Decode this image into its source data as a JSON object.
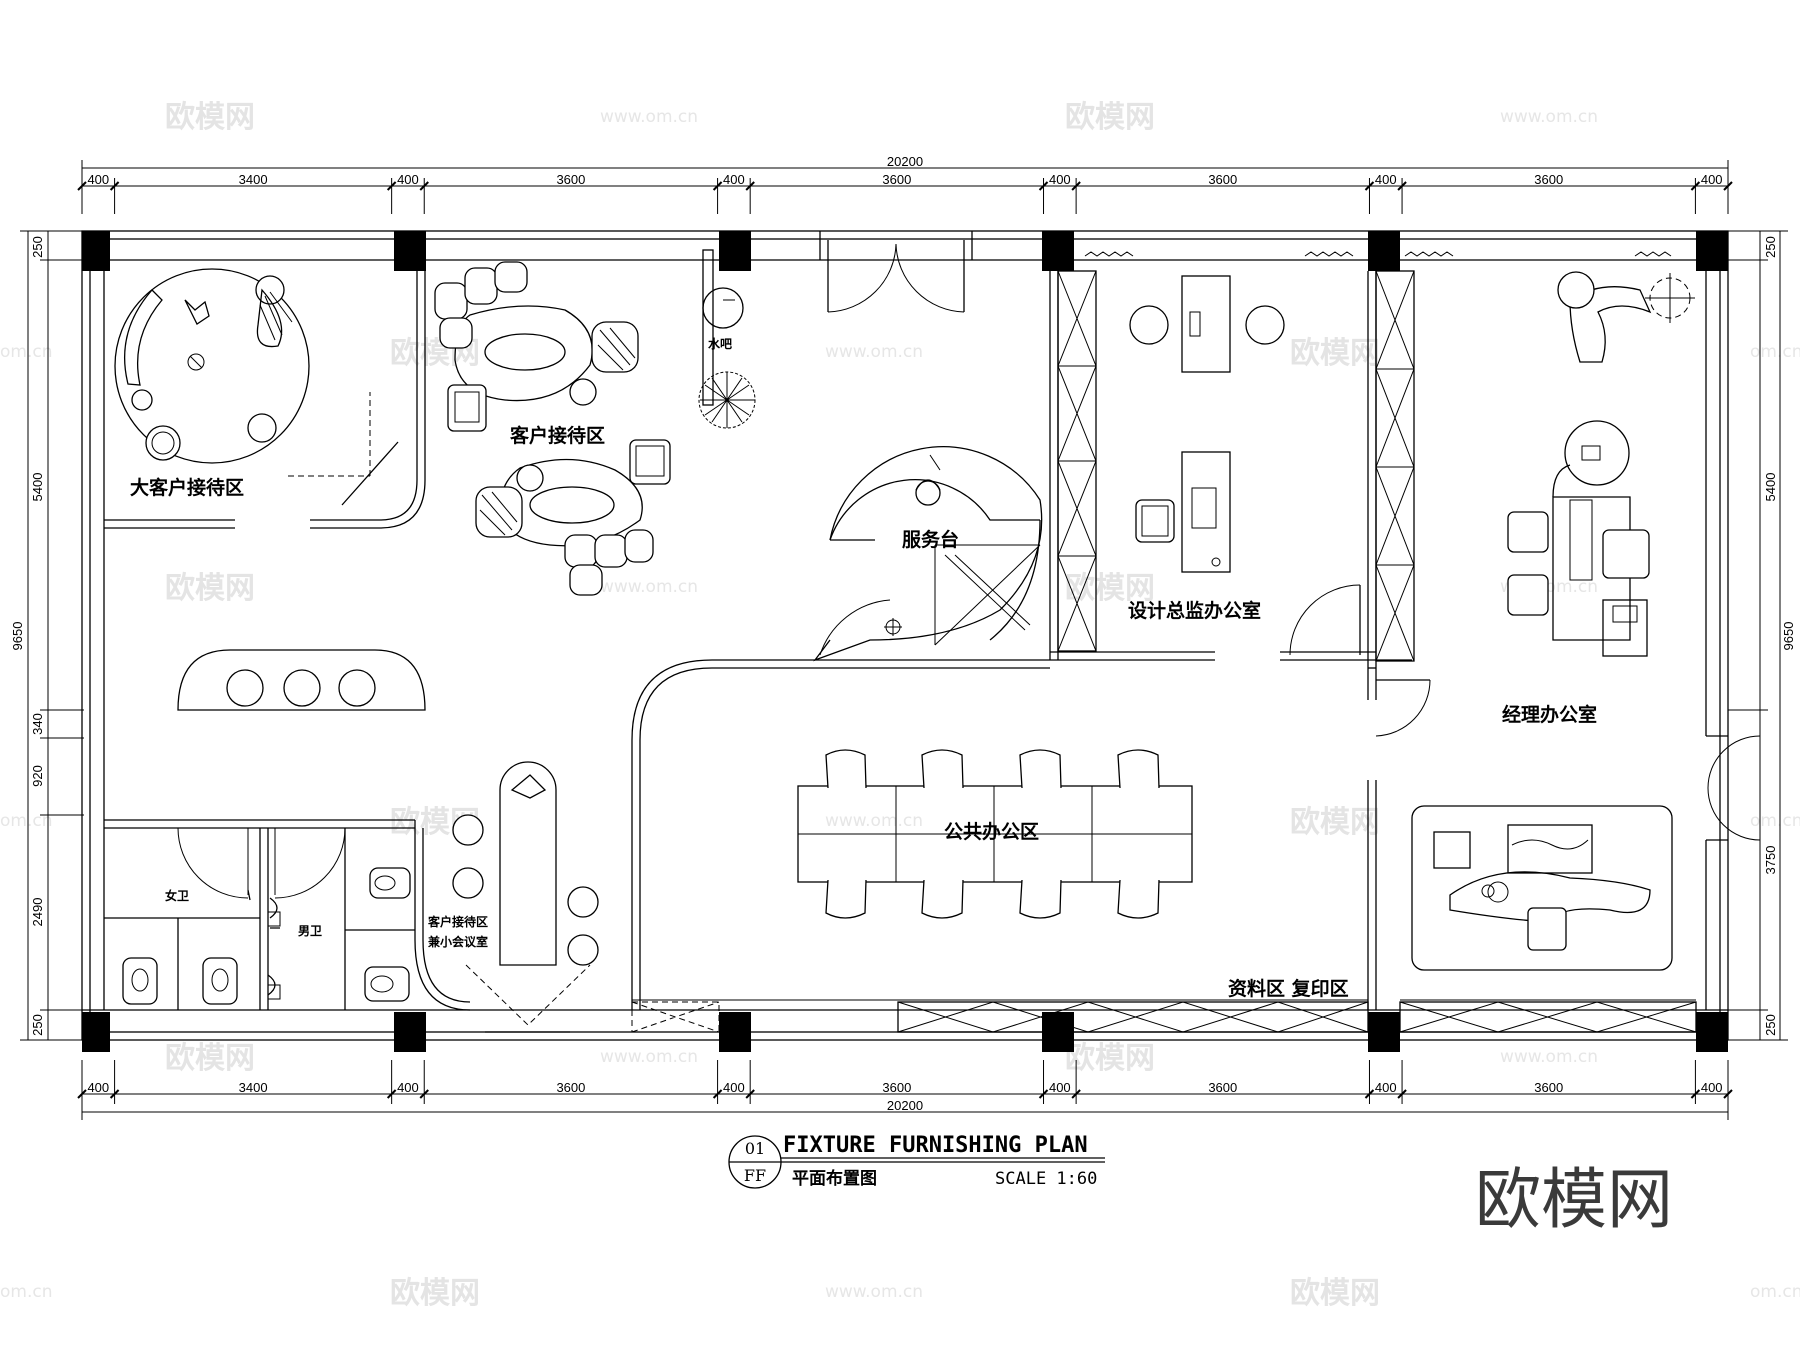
{
  "watermarks": {
    "brand": "欧模网",
    "url": "www.om.cn",
    "url_partial": "om.cn"
  },
  "dimensions": {
    "top_total": "20200",
    "bottom_total": "20200",
    "top_segments": [
      "400",
      "3400",
      "400",
      "3600",
      "400",
      "3600",
      "400",
      "3600",
      "400",
      "3600",
      "400"
    ],
    "bottom_segments": [
      "400",
      "3400",
      "400",
      "3600",
      "400",
      "3600",
      "400",
      "3600",
      "400",
      "3600",
      "400"
    ],
    "left": {
      "total": "9650",
      "segments": [
        "250",
        "5400",
        "340",
        "920",
        "2490",
        "250"
      ]
    },
    "right": {
      "segments": [
        "250",
        "5400",
        "9650",
        "3750",
        "250"
      ]
    }
  },
  "rooms": {
    "vip_reception": "大客户接待区",
    "client_reception": "客户接待区",
    "water_bar": "水吧",
    "service_desk": "服务台",
    "design_director_office": "设计总监办公室",
    "manager_office": "经理办公室",
    "open_office": "公共办公区",
    "female_wc": "女卫",
    "male_wc": "男卫",
    "meeting_line1": "客户接待区",
    "meeting_line2": "兼小会议室",
    "archive": "资料区  复印区"
  },
  "title_block": {
    "number": "01",
    "code": "FF",
    "title": "FIXTURE FURNISHING PLAN",
    "subtitle": "平面布置图",
    "scale": "SCALE 1:60"
  },
  "brand_logo": "欧模网"
}
